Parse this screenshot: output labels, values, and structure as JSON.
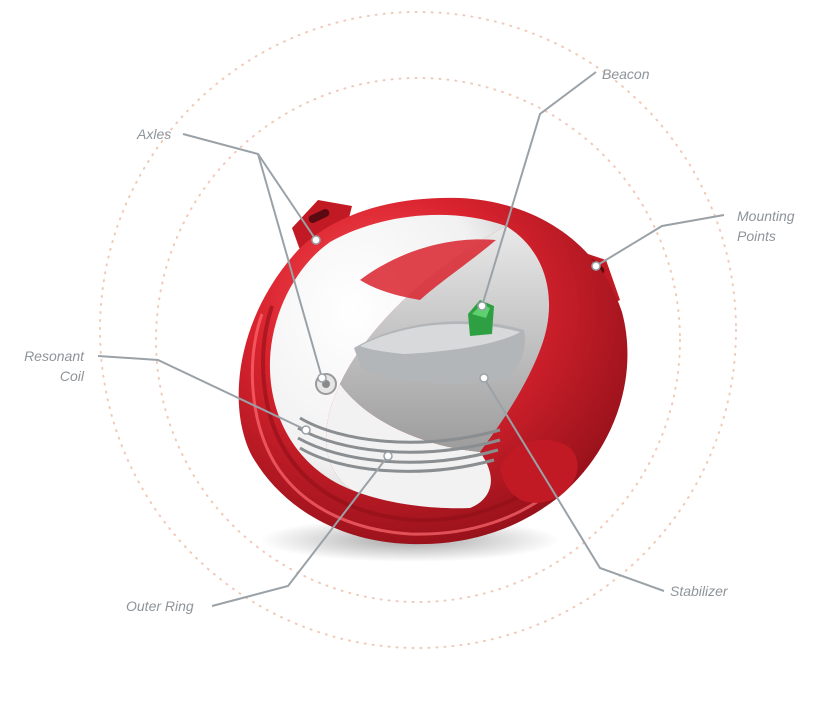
{
  "colors": {
    "shell_red": "#d9232e",
    "shell_dark": "#8f0f18",
    "inner_white": "#f4f4f4",
    "mechanism_grey": "#9ea3a6",
    "beacon_green": "#2ea043",
    "leader_grey": "#9aa2a8",
    "label_grey": "#8e9499",
    "orbit_peach": "#f1c9b8"
  },
  "labels": {
    "axles": "Axles",
    "beacon": "Beacon",
    "mounting_line1": "Mounting",
    "mounting_line2": "Points",
    "resonant_line1": "Resonant",
    "resonant_line2": "Coil",
    "stabilizer": "Stabilizer",
    "outer_ring": "Outer Ring"
  }
}
